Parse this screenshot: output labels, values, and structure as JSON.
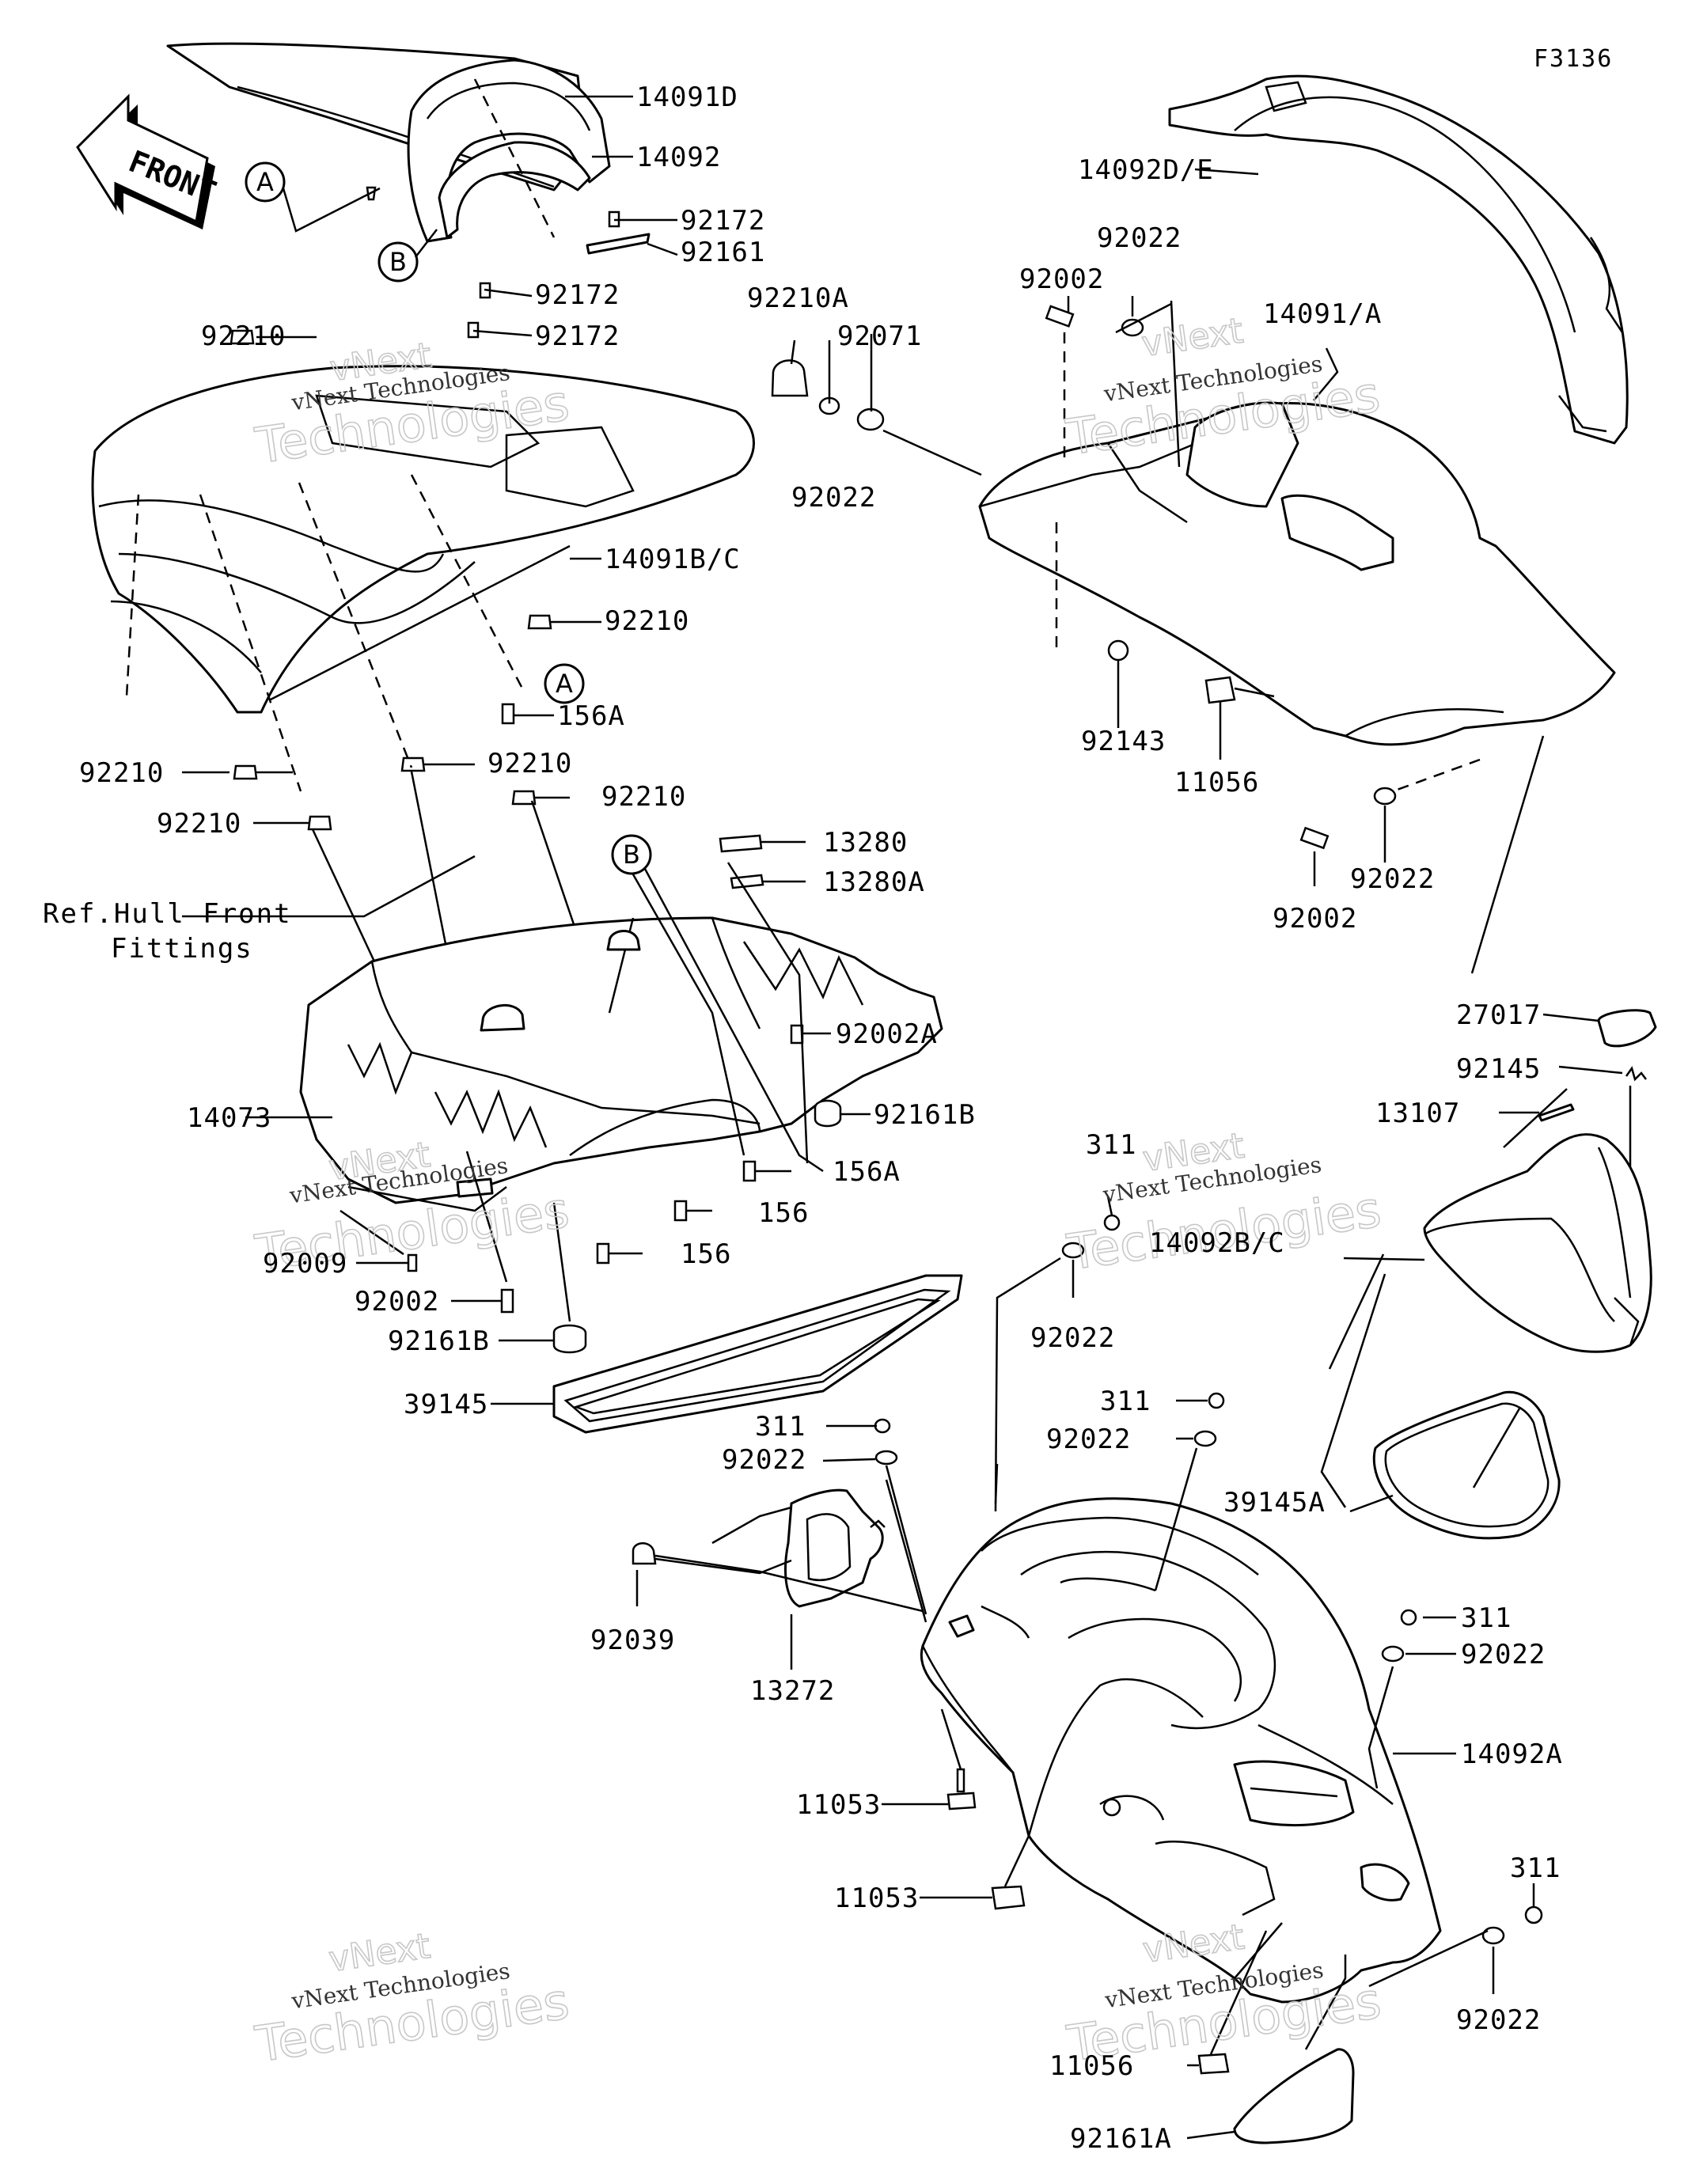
{
  "figure_id": "F3136",
  "front_label": "FRONT",
  "callouts": {
    "a": "A",
    "b": "B"
  },
  "reference_note": {
    "line1": "Ref.Hull Front",
    "line2": "Fittings"
  },
  "watermark": {
    "brand_top": "vNext",
    "brand_line": "vNext Technologies",
    "brand_bottom": "Technologies"
  },
  "labels": {
    "p14091D": "14091D",
    "p14092": "14092",
    "p92172_a": "92172",
    "p92161": "92161",
    "p92172_b": "92172",
    "p92172_c": "92172",
    "p92210_a": "92210",
    "p92210A": "92210A",
    "p92071": "92071",
    "p92022_a": "92022",
    "p14092DE": "14092D/E",
    "p92022_b": "92022",
    "p92002_a": "92002",
    "p14091A": "14091/A",
    "p14091BC": "14091B/C",
    "p92210_b": "92210",
    "p156A_a": "156A",
    "p92210_c": "92210",
    "p92210_d": "92210",
    "p92210_e": "92210",
    "p92210_f": "92210",
    "p92143": "92143",
    "p11056_a": "11056",
    "p92002_b": "92002",
    "p92022_c": "92022",
    "p13280": "13280",
    "p13280A": "13280A",
    "p27017": "27017",
    "p92145": "92145",
    "p13107": "13107",
    "p92002A": "92002A",
    "p92161B_a": "92161B",
    "p14073": "14073",
    "p156A_b": "156A",
    "p156_a": "156",
    "p156_b": "156",
    "p92009": "92009",
    "p92002_c": "92002",
    "p92161B_b": "92161B",
    "p39145": "39145",
    "p311_a": "311",
    "p92022_d": "92022",
    "p14092BC": "14092B/C",
    "p311_b": "311",
    "p92022_e": "92022",
    "p311_c": "311",
    "p92022_f": "92022",
    "p39145A": "39145A",
    "p92039": "92039",
    "p13272": "13272",
    "p311_d": "311",
    "p92022_g": "92022",
    "p14092A": "14092A",
    "p11053_a": "11053",
    "p11053_b": "11053",
    "p311_e": "311",
    "p92022_h": "92022",
    "p11056_b": "11056",
    "p92161A": "92161A"
  }
}
